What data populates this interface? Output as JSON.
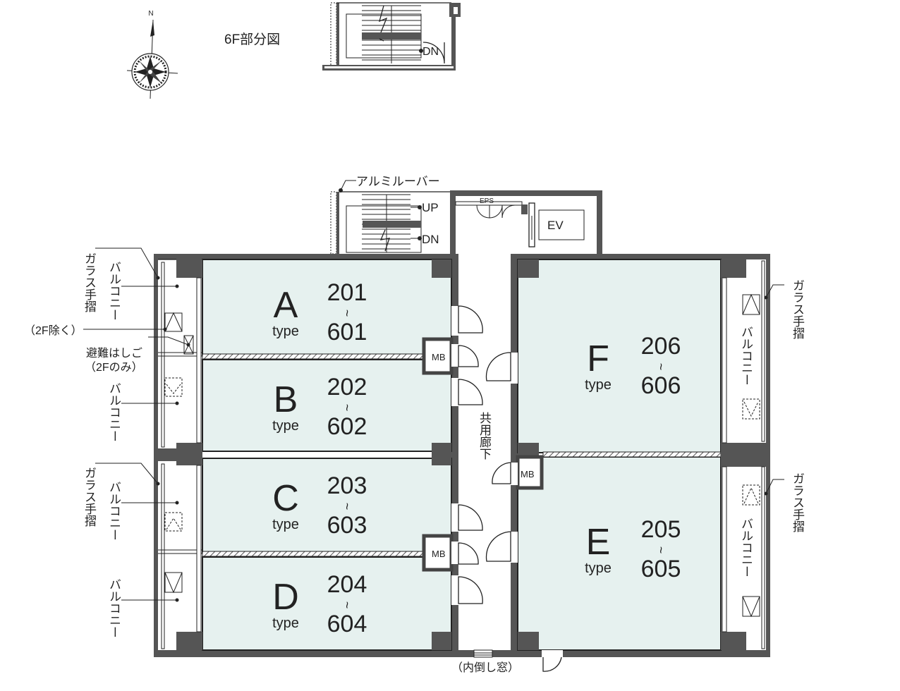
{
  "title": "6F部分図",
  "compass": {
    "north": "N",
    "icon": "compass-rose-icon"
  },
  "units": [
    {
      "letter": "A",
      "type": "type",
      "from": "201",
      "sep": "~",
      "to": "601"
    },
    {
      "letter": "B",
      "type": "type",
      "from": "202",
      "sep": "~",
      "to": "602"
    },
    {
      "letter": "C",
      "type": "type",
      "from": "203",
      "sep": "~",
      "to": "603"
    },
    {
      "letter": "D",
      "type": "type",
      "from": "204",
      "sep": "~",
      "to": "604"
    },
    {
      "letter": "E",
      "type": "type",
      "from": "205",
      "sep": "~",
      "to": "605"
    },
    {
      "letter": "F",
      "type": "type",
      "from": "206",
      "sep": "~",
      "to": "606"
    }
  ],
  "labels": {
    "aluminum_louver": "アルミルーバー",
    "up": "UP",
    "dn": "DN",
    "eps": "EPS",
    "ev": "EV",
    "mb": "MB",
    "balcony": "バルコニー",
    "glass_rail": "ガラス手摺",
    "except_2f": "（2F除く）",
    "escape_ladder": "避難はしご",
    "only_2f": "（2Fのみ）",
    "corridor": "共用廊下",
    "inner_window": "（内倒し窓）"
  },
  "colors": {
    "room_fill": "#e6f1ef",
    "wall": "#555555",
    "line": "#222222"
  }
}
